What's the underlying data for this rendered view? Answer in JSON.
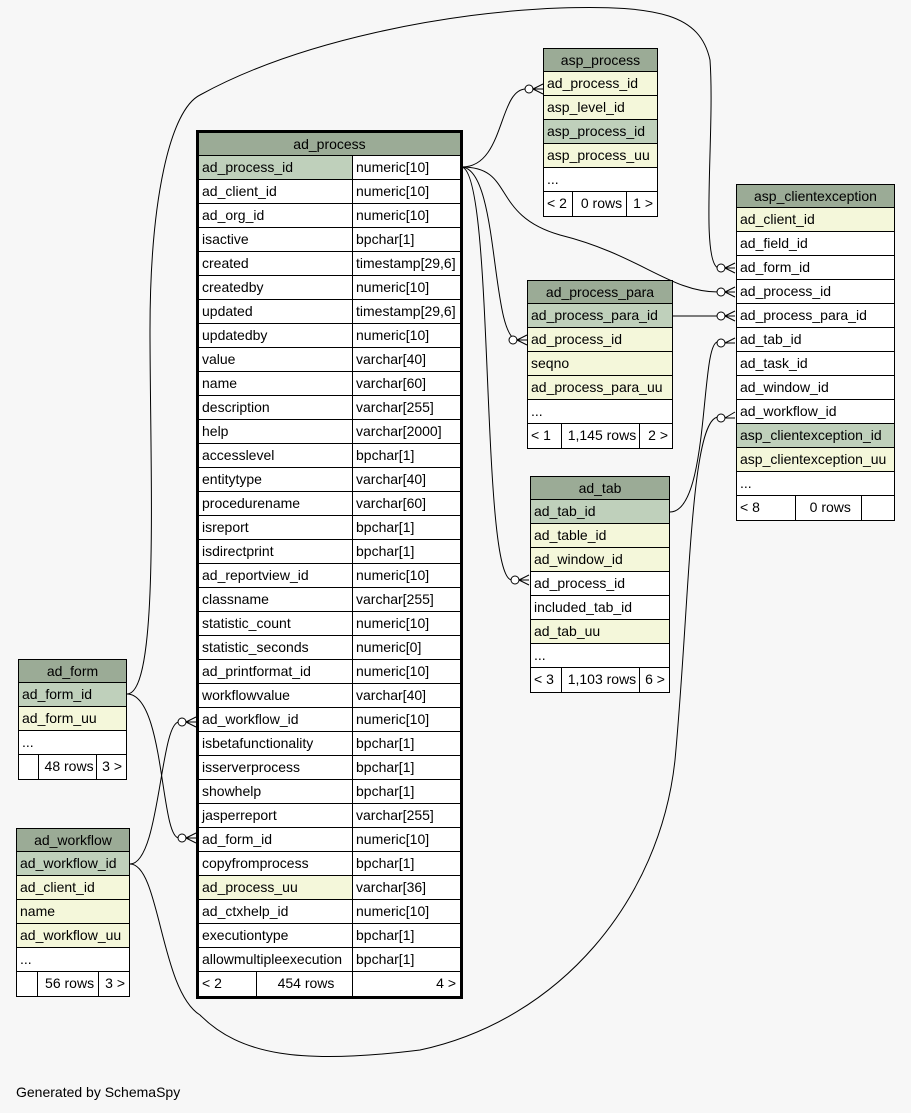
{
  "generated_by": "Generated by SchemaSpy",
  "tables": {
    "ad_process": {
      "name": "ad_process",
      "columns": [
        {
          "name": "ad_process_id",
          "type": "numeric[10]",
          "kind": "pk"
        },
        {
          "name": "ad_client_id",
          "type": "numeric[10]",
          "kind": ""
        },
        {
          "name": "ad_org_id",
          "type": "numeric[10]",
          "kind": ""
        },
        {
          "name": "isactive",
          "type": "bpchar[1]",
          "kind": ""
        },
        {
          "name": "created",
          "type": "timestamp[29,6]",
          "kind": ""
        },
        {
          "name": "createdby",
          "type": "numeric[10]",
          "kind": ""
        },
        {
          "name": "updated",
          "type": "timestamp[29,6]",
          "kind": ""
        },
        {
          "name": "updatedby",
          "type": "numeric[10]",
          "kind": ""
        },
        {
          "name": "value",
          "type": "varchar[40]",
          "kind": ""
        },
        {
          "name": "name",
          "type": "varchar[60]",
          "kind": ""
        },
        {
          "name": "description",
          "type": "varchar[255]",
          "kind": ""
        },
        {
          "name": "help",
          "type": "varchar[2000]",
          "kind": ""
        },
        {
          "name": "accesslevel",
          "type": "bpchar[1]",
          "kind": ""
        },
        {
          "name": "entitytype",
          "type": "varchar[40]",
          "kind": ""
        },
        {
          "name": "procedurename",
          "type": "varchar[60]",
          "kind": ""
        },
        {
          "name": "isreport",
          "type": "bpchar[1]",
          "kind": ""
        },
        {
          "name": "isdirectprint",
          "type": "bpchar[1]",
          "kind": ""
        },
        {
          "name": "ad_reportview_id",
          "type": "numeric[10]",
          "kind": ""
        },
        {
          "name": "classname",
          "type": "varchar[255]",
          "kind": ""
        },
        {
          "name": "statistic_count",
          "type": "numeric[10]",
          "kind": ""
        },
        {
          "name": "statistic_seconds",
          "type": "numeric[0]",
          "kind": ""
        },
        {
          "name": "ad_printformat_id",
          "type": "numeric[10]",
          "kind": ""
        },
        {
          "name": "workflowvalue",
          "type": "varchar[40]",
          "kind": ""
        },
        {
          "name": "ad_workflow_id",
          "type": "numeric[10]",
          "kind": ""
        },
        {
          "name": "isbetafunctionality",
          "type": "bpchar[1]",
          "kind": ""
        },
        {
          "name": "isserverprocess",
          "type": "bpchar[1]",
          "kind": ""
        },
        {
          "name": "showhelp",
          "type": "bpchar[1]",
          "kind": ""
        },
        {
          "name": "jasperreport",
          "type": "varchar[255]",
          "kind": ""
        },
        {
          "name": "ad_form_id",
          "type": "numeric[10]",
          "kind": ""
        },
        {
          "name": "copyfromprocess",
          "type": "bpchar[1]",
          "kind": ""
        },
        {
          "name": "ad_process_uu",
          "type": "varchar[36]",
          "kind": "idx"
        },
        {
          "name": "ad_ctxhelp_id",
          "type": "numeric[10]",
          "kind": ""
        },
        {
          "name": "executiontype",
          "type": "bpchar[1]",
          "kind": ""
        },
        {
          "name": "allowmultipleexecution",
          "type": "bpchar[1]",
          "kind": ""
        }
      ],
      "footer": [
        "< 2",
        "454 rows",
        "4 >"
      ]
    },
    "asp_process": {
      "name": "asp_process",
      "columns": [
        {
          "name": "ad_process_id",
          "kind": "fk"
        },
        {
          "name": "asp_level_id",
          "kind": "fk"
        },
        {
          "name": "asp_process_id",
          "kind": "pk"
        },
        {
          "name": "asp_process_uu",
          "kind": "idx"
        },
        {
          "name": "...",
          "kind": ""
        }
      ],
      "footer": [
        "< 2",
        "0 rows",
        "1 >"
      ]
    },
    "asp_clientexception": {
      "name": "asp_clientexception",
      "columns": [
        {
          "name": "ad_client_id",
          "kind": "fk"
        },
        {
          "name": "ad_field_id",
          "kind": ""
        },
        {
          "name": "ad_form_id",
          "kind": ""
        },
        {
          "name": "ad_process_id",
          "kind": ""
        },
        {
          "name": "ad_process_para_id",
          "kind": ""
        },
        {
          "name": "ad_tab_id",
          "kind": ""
        },
        {
          "name": "ad_task_id",
          "kind": ""
        },
        {
          "name": "ad_window_id",
          "kind": ""
        },
        {
          "name": "ad_workflow_id",
          "kind": ""
        },
        {
          "name": "asp_clientexception_id",
          "kind": "pk"
        },
        {
          "name": "asp_clientexception_uu",
          "kind": "idx"
        },
        {
          "name": "...",
          "kind": ""
        }
      ],
      "footer": [
        "< 8",
        "0 rows",
        ""
      ]
    },
    "ad_process_para": {
      "name": "ad_process_para",
      "columns": [
        {
          "name": "ad_process_para_id",
          "kind": "pk"
        },
        {
          "name": "ad_process_id",
          "kind": "fk"
        },
        {
          "name": "seqno",
          "kind": "idx"
        },
        {
          "name": "ad_process_para_uu",
          "kind": "idx"
        },
        {
          "name": "...",
          "kind": ""
        }
      ],
      "footer": [
        "< 1",
        "1,145 rows",
        "2 >"
      ]
    },
    "ad_tab": {
      "name": "ad_tab",
      "columns": [
        {
          "name": "ad_tab_id",
          "kind": "pk"
        },
        {
          "name": "ad_table_id",
          "kind": "fk"
        },
        {
          "name": "ad_window_id",
          "kind": "fk"
        },
        {
          "name": "ad_process_id",
          "kind": ""
        },
        {
          "name": "included_tab_id",
          "kind": ""
        },
        {
          "name": "ad_tab_uu",
          "kind": "idx"
        },
        {
          "name": "...",
          "kind": ""
        }
      ],
      "footer": [
        "< 3",
        "1,103 rows",
        "6 >"
      ]
    },
    "ad_form": {
      "name": "ad_form",
      "columns": [
        {
          "name": "ad_form_id",
          "kind": "pk"
        },
        {
          "name": "ad_form_uu",
          "kind": "idx"
        },
        {
          "name": "...",
          "kind": ""
        }
      ],
      "footer": [
        "",
        "48 rows",
        "3 >"
      ]
    },
    "ad_workflow": {
      "name": "ad_workflow",
      "columns": [
        {
          "name": "ad_workflow_id",
          "kind": "pk"
        },
        {
          "name": "ad_client_id",
          "kind": "fk"
        },
        {
          "name": "name",
          "kind": "idx"
        },
        {
          "name": "ad_workflow_uu",
          "kind": "idx"
        },
        {
          "name": "...",
          "kind": ""
        }
      ],
      "footer": [
        "",
        "56 rows",
        "3 >"
      ]
    }
  },
  "colors": {
    "header": "#9bab96",
    "primary_key": "#bfd0bb",
    "indexed": "#f4f7da",
    "background": "#f7f7f7"
  }
}
